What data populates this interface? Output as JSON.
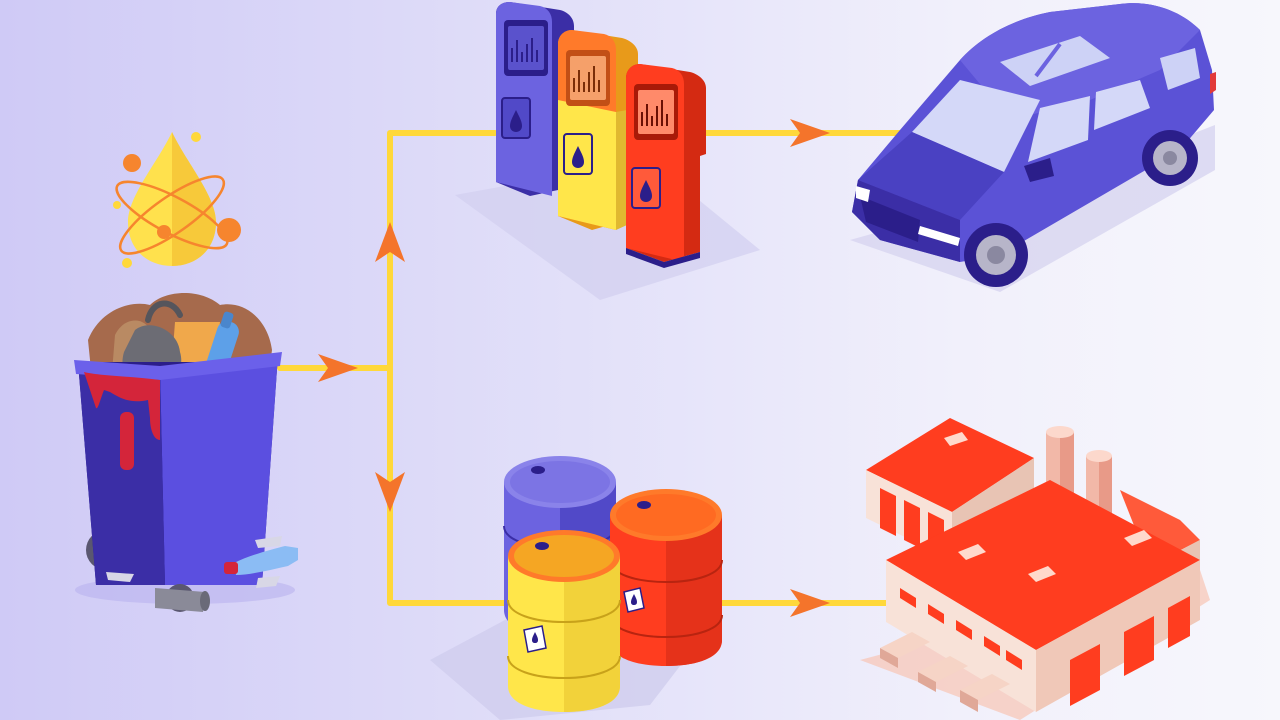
{
  "diagram": {
    "nodes": [
      {
        "id": "waste-bin",
        "icon": "trash-bin-icon"
      },
      {
        "id": "fuel-drop",
        "icon": "fuel-drop-atom-icon"
      },
      {
        "id": "fuel-pumps",
        "icon": "fuel-pump-icon"
      },
      {
        "id": "car",
        "icon": "suv-car-icon"
      },
      {
        "id": "oil-barrels",
        "icon": "oil-barrel-icon"
      },
      {
        "id": "factory",
        "icon": "factory-icon"
      }
    ],
    "edges": [
      {
        "from": "waste-bin",
        "to": "fuel-pumps"
      },
      {
        "from": "waste-bin",
        "to": "oil-barrels"
      },
      {
        "from": "fuel-pumps",
        "to": "car"
      },
      {
        "from": "oil-barrels",
        "to": "factory"
      }
    ]
  },
  "colors": {
    "flow_line": "#ffd83a",
    "arrow": "#f4742b",
    "purple": "#6c63e0",
    "dark_purple": "#3a2e9c",
    "yellow": "#ffe64a",
    "orange": "#ff7a2a",
    "red": "#ff3d1f"
  }
}
